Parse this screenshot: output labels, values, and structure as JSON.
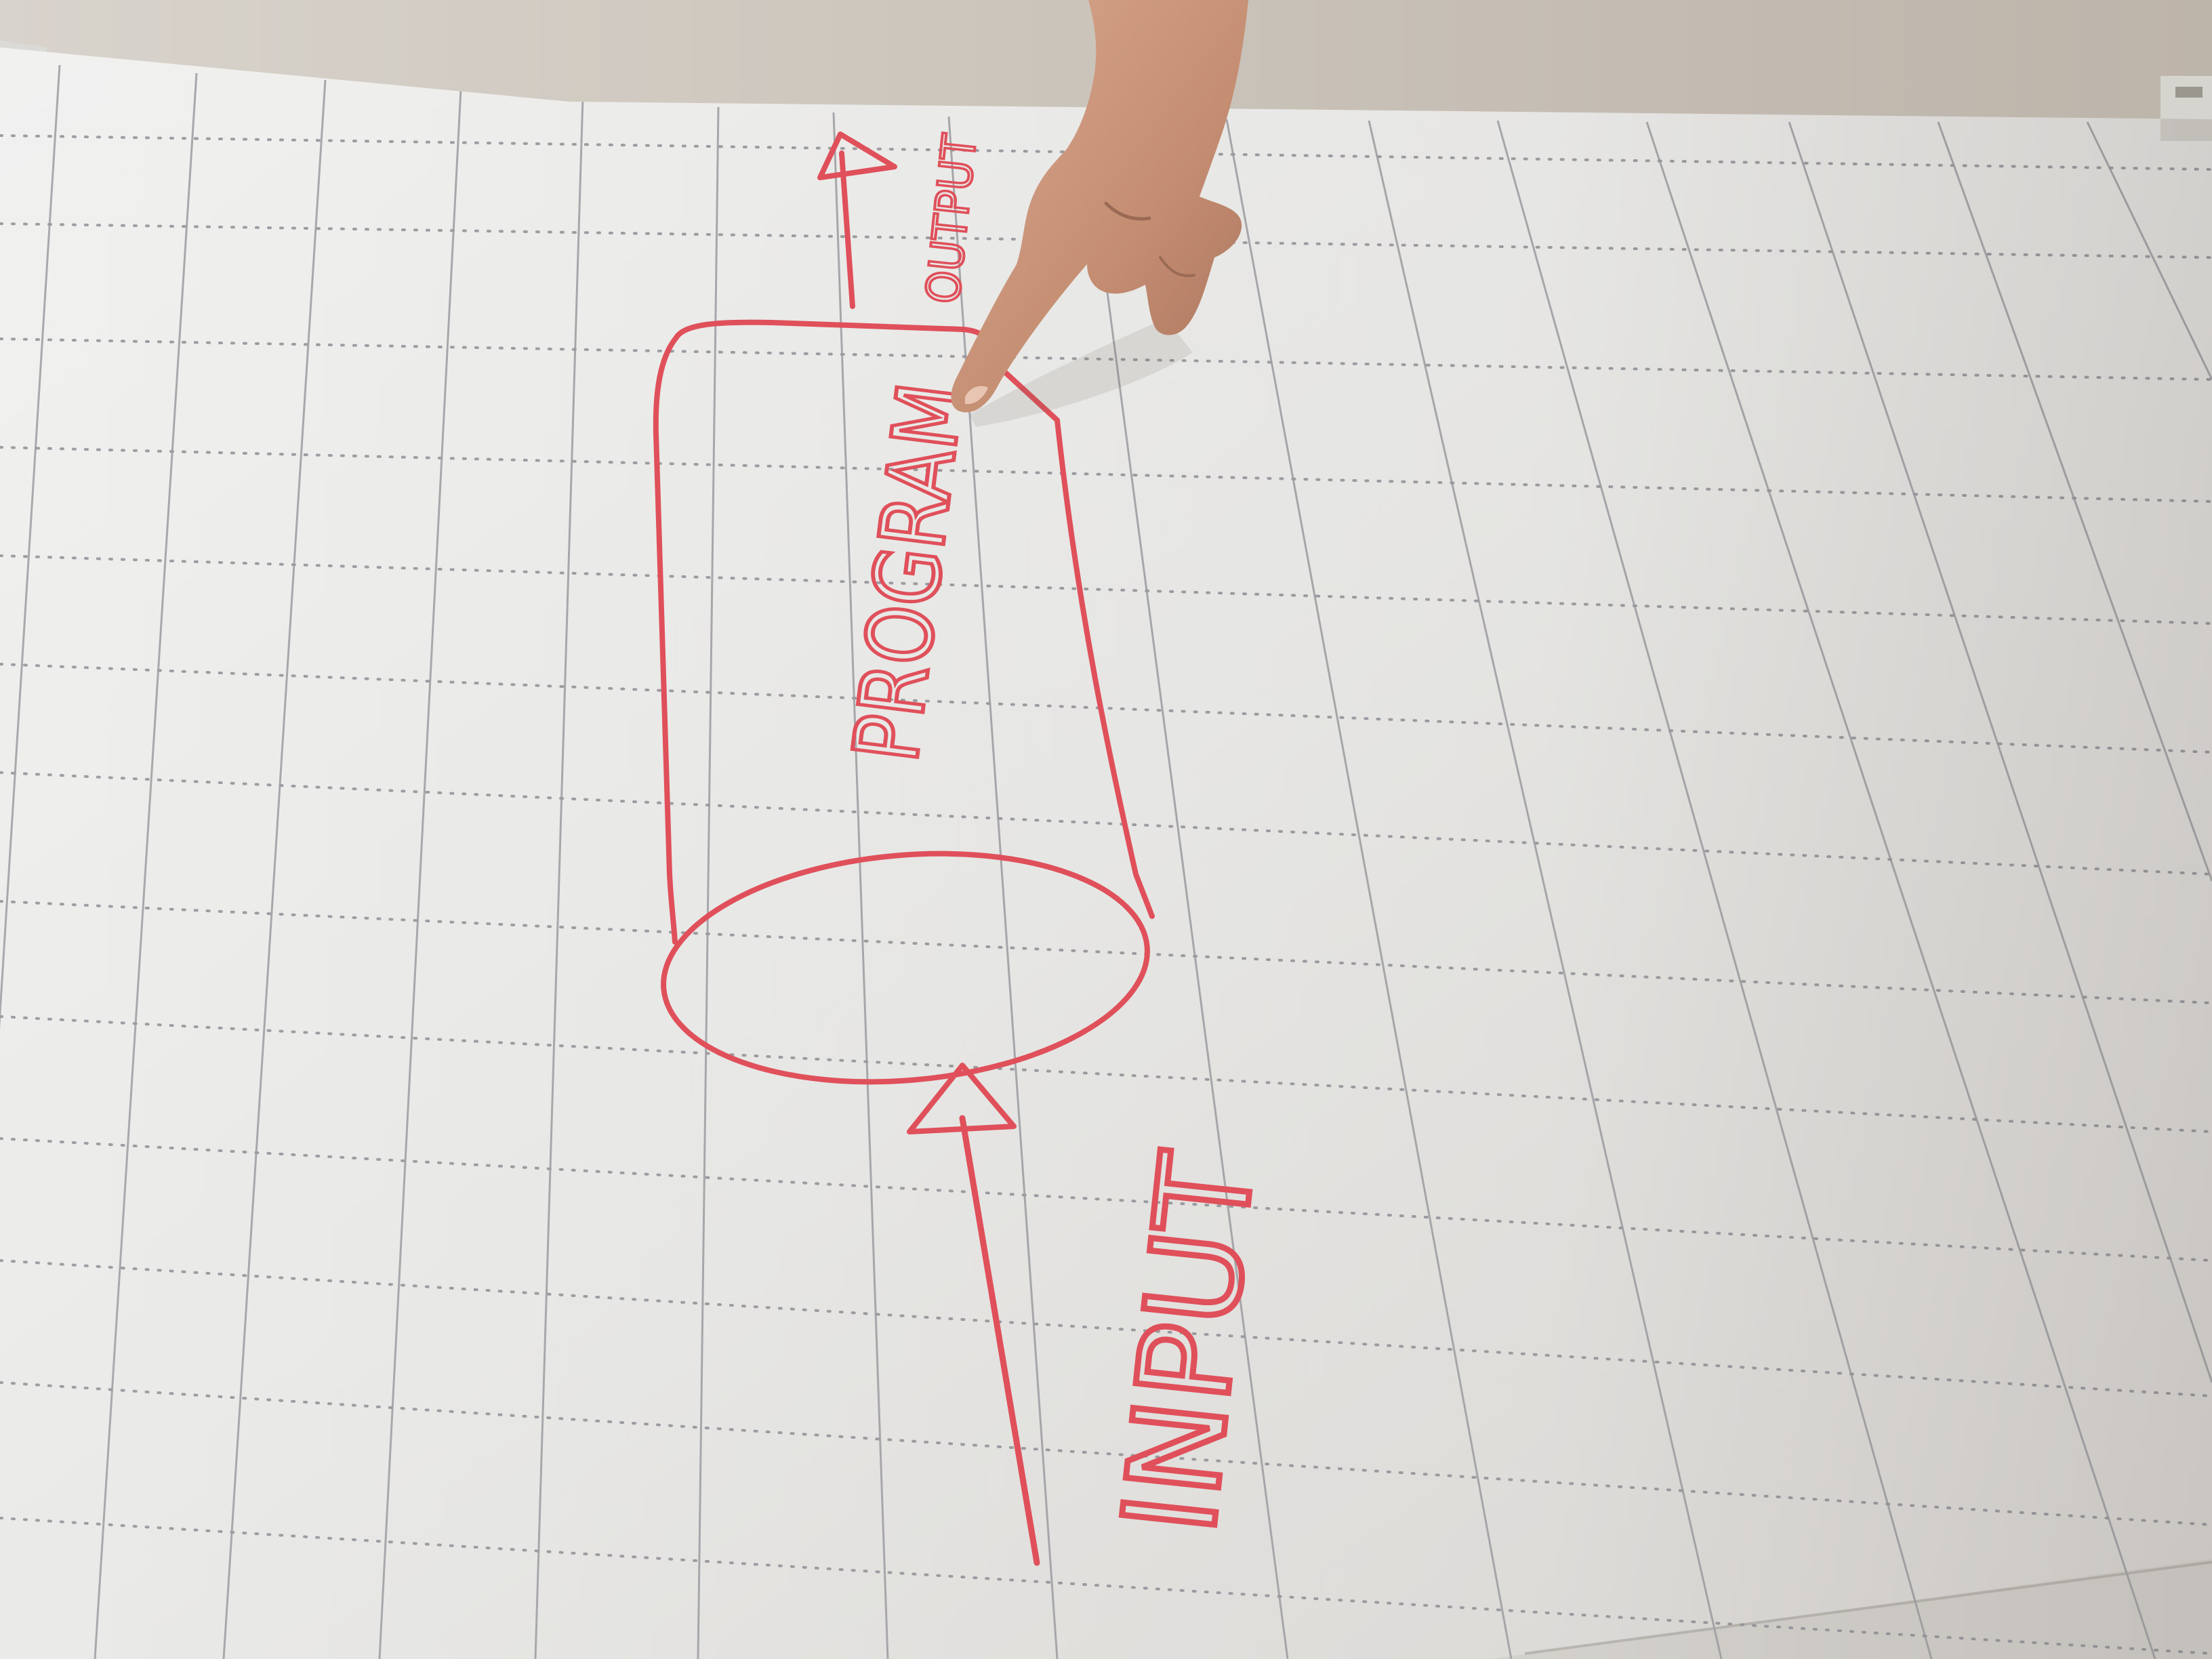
{
  "photo": {
    "subject": "flipchart-diagram",
    "labels": {
      "program": "PROGRAM",
      "input": "INPUT",
      "output": "OUTPUT"
    },
    "colors": {
      "wall": "#c8c3bb",
      "paper": "#ecebe8",
      "paper_shadow": "#d9d7d3",
      "grid_line": "#a9a9ad",
      "grid_dot": "#9d9da3",
      "marker_red": "#e0505a",
      "skin": "#c99579",
      "skin_shadow": "#a8735d"
    }
  }
}
